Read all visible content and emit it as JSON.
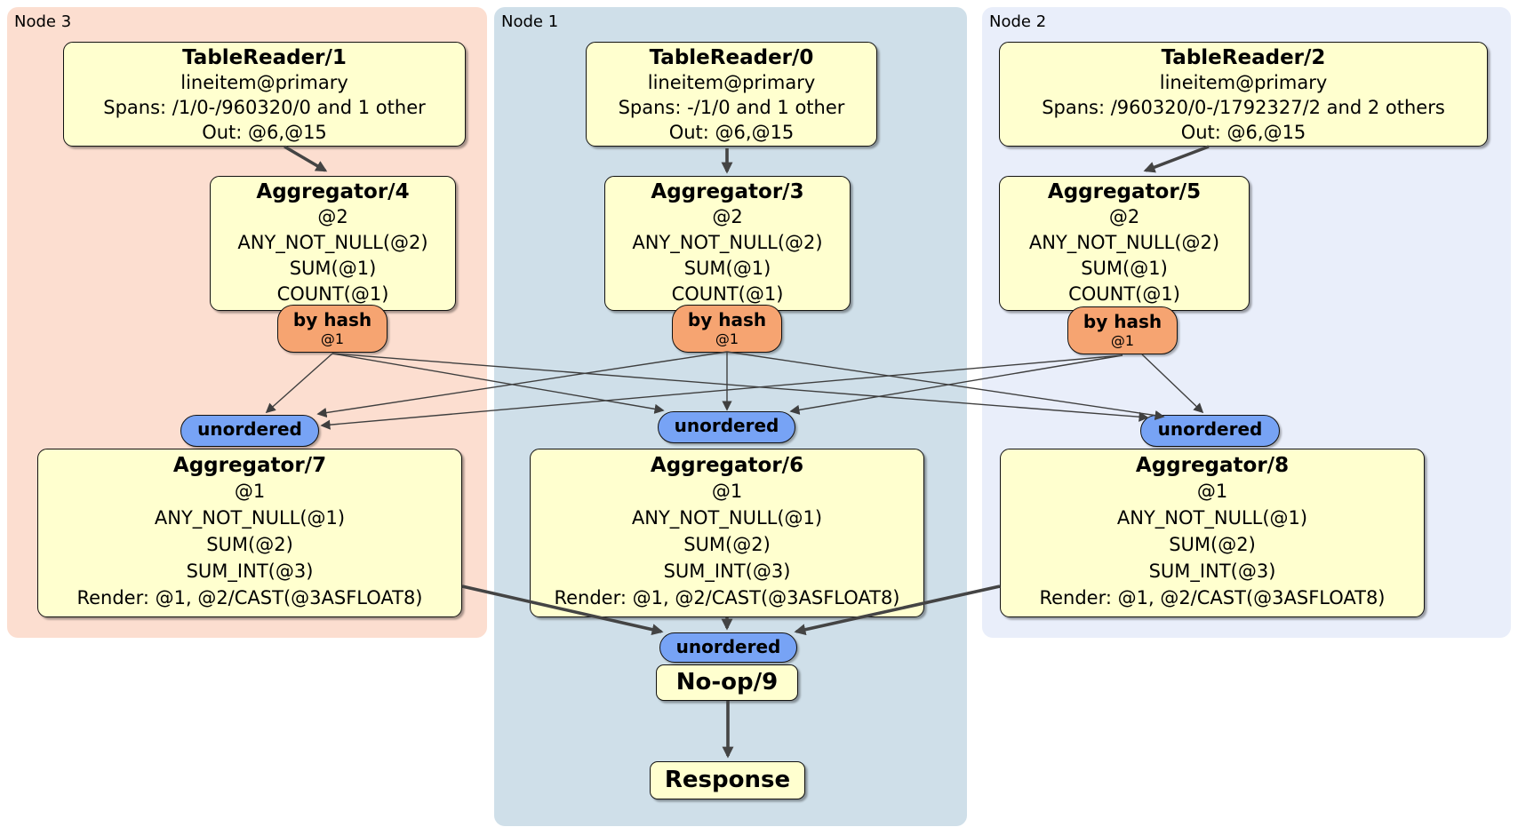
{
  "regions": [
    {
      "label": "Node 3"
    },
    {
      "label": "Node 1"
    },
    {
      "label": "Node 2"
    }
  ],
  "processors": {
    "tr1": {
      "title": "TableReader/1",
      "lines": [
        "lineitem@primary",
        "Spans: /1/0-/960320/0 and 1 other",
        "Out: @6,@15"
      ]
    },
    "tr0": {
      "title": "TableReader/0",
      "lines": [
        "lineitem@primary",
        "Spans: -/1/0 and 1 other",
        "Out: @6,@15"
      ]
    },
    "tr2": {
      "title": "TableReader/2",
      "lines": [
        "lineitem@primary",
        "Spans: /960320/0-/1792327/2 and 2 others",
        "Out: @6,@15"
      ]
    },
    "agg4": {
      "title": "Aggregator/4",
      "lines": [
        "@2",
        "ANY_NOT_NULL(@2)",
        "SUM(@1)",
        "COUNT(@1)"
      ]
    },
    "agg3": {
      "title": "Aggregator/3",
      "lines": [
        "@2",
        "ANY_NOT_NULL(@2)",
        "SUM(@1)",
        "COUNT(@1)"
      ]
    },
    "agg5": {
      "title": "Aggregator/5",
      "lines": [
        "@2",
        "ANY_NOT_NULL(@2)",
        "SUM(@1)",
        "COUNT(@1)"
      ]
    },
    "agg7": {
      "title": "Aggregator/7",
      "lines": [
        "@1",
        "ANY_NOT_NULL(@1)",
        "SUM(@2)",
        "SUM_INT(@3)",
        "Render: @1, @2/CAST(@3ASFLOAT8)"
      ]
    },
    "agg6": {
      "title": "Aggregator/6",
      "lines": [
        "@1",
        "ANY_NOT_NULL(@1)",
        "SUM(@2)",
        "SUM_INT(@3)",
        "Render: @1, @2/CAST(@3ASFLOAT8)"
      ]
    },
    "agg8": {
      "title": "Aggregator/8",
      "lines": [
        "@1",
        "ANY_NOT_NULL(@1)",
        "SUM(@2)",
        "SUM_INT(@3)",
        "Render: @1, @2/CAST(@3ASFLOAT8)"
      ]
    },
    "noop": {
      "title": "No-op/9"
    },
    "response": {
      "title": "Response"
    }
  },
  "routers": [
    {
      "label": "by hash",
      "detail": "@1"
    },
    {
      "label": "by hash",
      "detail": "@1"
    },
    {
      "label": "by hash",
      "detail": "@1"
    }
  ],
  "syncs": [
    {
      "label": "unordered"
    },
    {
      "label": "unordered"
    },
    {
      "label": "unordered"
    },
    {
      "label": "unordered"
    }
  ],
  "colors": {
    "node3_bg": "#fcded0",
    "node1_bg": "#cfdfe9",
    "node2_bg": "#e9eefa",
    "box_fill": "#ffffcf",
    "router_fill": "#f6a471",
    "sync_fill": "#77a3f5",
    "edge": "#3f3f3f"
  }
}
